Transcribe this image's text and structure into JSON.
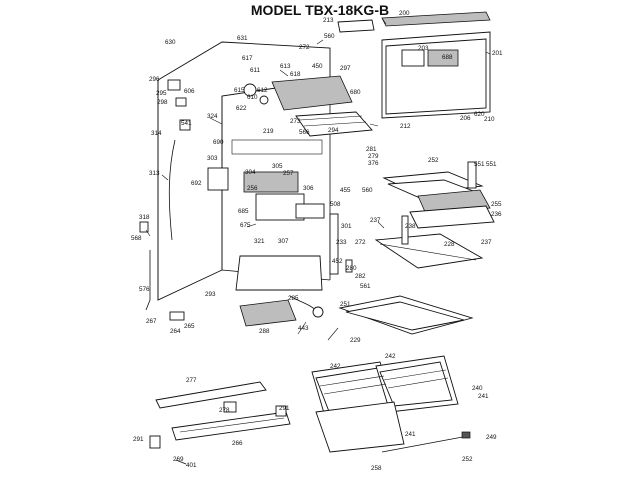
{
  "title": "MODEL TBX-18KG-B",
  "part_labels": {
    "p200": "200",
    "p213": "213",
    "p203": "203",
    "p688": "688",
    "p201": "201",
    "p630": "630",
    "p631": "631",
    "p560": "560",
    "p272": "272",
    "p617": "617",
    "p611": "611",
    "p613": "613",
    "p618": "618",
    "p450": "450",
    "p297": "297",
    "p680": "680",
    "p615": "615",
    "p610": "610",
    "p612": "612",
    "p622": "622",
    "p273": "273",
    "p219": "219",
    "p566": "566",
    "p294": "294",
    "p212": "212",
    "p206": "206",
    "p210": "210",
    "p620": "620",
    "p296": "296",
    "p295": "295",
    "p298": "298",
    "p606": "606",
    "p324": "324",
    "p541": "541",
    "p314": "314",
    "p690": "690",
    "p303": "303",
    "p692": "692",
    "p304": "304",
    "p305": "305",
    "p257": "257",
    "p256": "256",
    "p306": "306",
    "p455": "455",
    "p508": "508",
    "p685": "685",
    "p675": "675",
    "p301": "301",
    "p321": "321",
    "p307": "307",
    "p281": "281",
    "p279": "279",
    "p376": "376",
    "p252": "252",
    "p551a": "551",
    "p551b": "551",
    "p560b": "560",
    "p255": "255",
    "p236": "236",
    "p237a": "237",
    "p237b": "237",
    "p238": "238",
    "p228": "228",
    "p233": "233",
    "p272b": "272",
    "p452": "452",
    "p280": "280",
    "p282": "282",
    "p561": "561",
    "p251": "251",
    "p229": "229",
    "p313": "313",
    "p318": "318",
    "p568": "568",
    "p576": "576",
    "p267": "267",
    "p293": "293",
    "p285": "285",
    "p288": "288",
    "p443": "443",
    "p264": "264",
    "p265": "265",
    "p291": "291",
    "p292": "292",
    "p277": "277",
    "p278": "278",
    "p266": "266",
    "p291b": "291",
    "p269": "269",
    "p401": "401",
    "p242a": "242",
    "p242b": "242",
    "p240": "240",
    "p241a": "241",
    "p241b": "241",
    "p249": "249",
    "p258": "258",
    "p252b": "252"
  }
}
